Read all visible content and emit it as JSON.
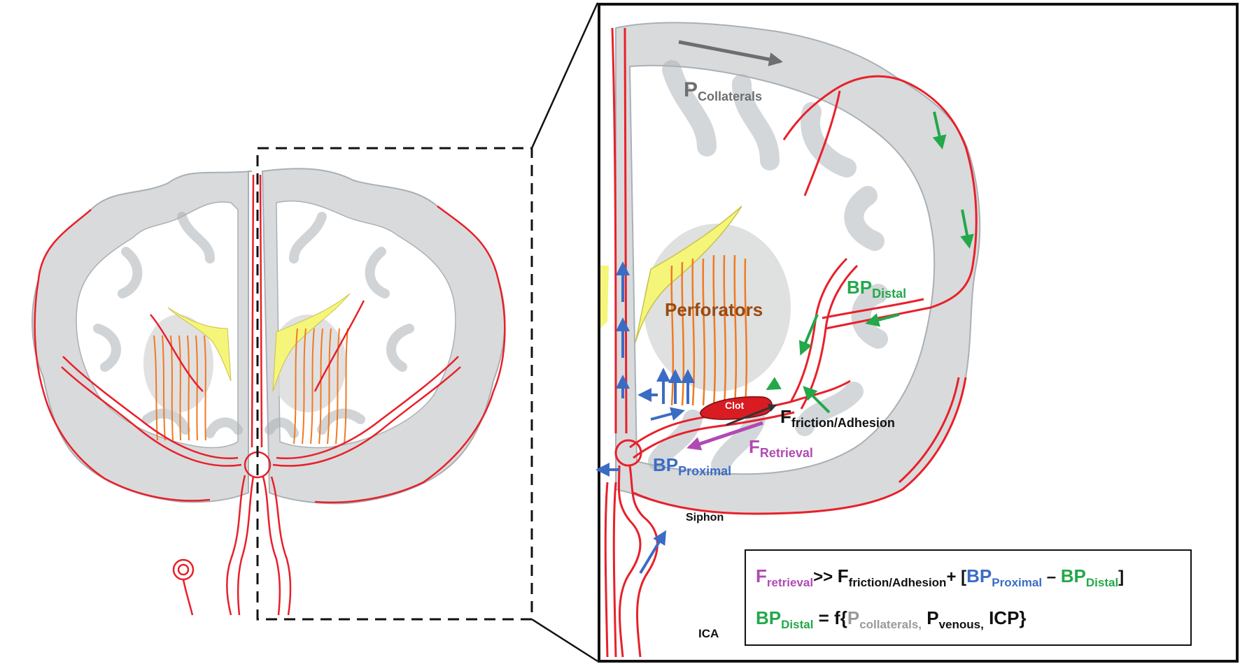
{
  "colors": {
    "vessel": "#e8202a",
    "brain_fill": "#d9dadb",
    "brain_edge": "#a9b0b5",
    "ventricle": "#f5f57a",
    "perforator": "#f07a22",
    "blue": "#3b6cc4",
    "green": "#23a84a",
    "purple": "#b04ab3",
    "gray": "#6e6e6e",
    "brown": "#9a4a10",
    "black": "#111111",
    "clot": "#d81c22"
  },
  "labels": {
    "p_collaterals": {
      "main": "P",
      "sub": "Collaterals"
    },
    "perforators": "Perforators",
    "bp_distal": {
      "main": "BP",
      "sub": "Distal"
    },
    "clot": "Clot",
    "f_friction": {
      "main": "F",
      "sub": "friction/Adhesion"
    },
    "f_retrieval": {
      "main": "F",
      "sub": "Retrieval"
    },
    "bp_proximal": {
      "main": "BP",
      "sub": "Proximal"
    },
    "siphon": "Siphon",
    "ica": "ICA"
  },
  "equations": {
    "line1": {
      "f": "F",
      "f_sub": "retrieval",
      "gt": ">> ",
      "ff": "F",
      "ff_sub": "friction/Adhesion",
      "plus": "+ [",
      "bpp": "BP",
      "bpp_sub": "Proximal",
      "minus": " – ",
      "bpd": "BP",
      "bpd_sub": "Distal",
      "close": "]"
    },
    "line2": {
      "bpd": "BP",
      "bpd_sub": "Distal",
      "eq": " = f{",
      "pc": "P",
      "pc_sub": "collaterals,",
      "pv": " P",
      "pv_sub": "venous,",
      "icp": " ICP}"
    }
  },
  "icons": [
    "zoom-connector-lines",
    "arrow-blue",
    "arrow-green",
    "arrow-gray",
    "arrow-purple",
    "clot-shape"
  ]
}
